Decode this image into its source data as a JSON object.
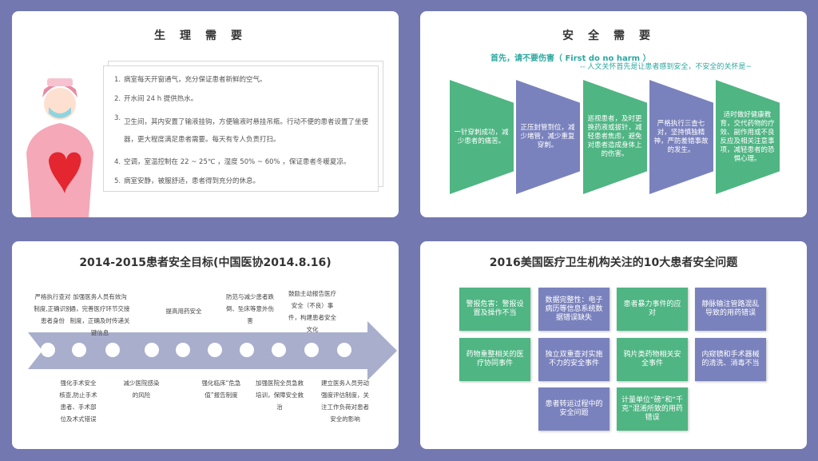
{
  "slide1": {
    "title": "生理需要",
    "items": [
      {
        "n": "1.",
        "text": "病室每天开窗通气，充分保证患者新鲜的空气。"
      },
      {
        "n": "2.",
        "text": "开水间 24 h 提供热水。"
      },
      {
        "n": "3.",
        "text": "卫生间，其内安置了输液挂钩，方便输液时悬挂吊瓶。行动不便的患者设置了坐便器，更大程度满足患者需要。每天有专人负责打扫。"
      },
      {
        "n": "4.",
        "text": "空调，室温控制在 22 ~ 25℃ ，湿度 50% ~ 60% ，保证患者冬暖夏凉。"
      },
      {
        "n": "5.",
        "text": "病室安静，被服舒适，患者得到充分的休息。"
      }
    ]
  },
  "slide2": {
    "title": "安全需要",
    "subtitle": "首先，请不要伤害（ First do no harm ）",
    "subtitle2": "-- 人文关怀首先是让患者感到安全，不安全的关怀是~",
    "shapes": [
      "一针穿刺成功，减少患者的痛苦。",
      "正压封管到位，减少堵管，减少重复穿刺。",
      "巡视患者，及时更换药液或拔针，减轻患者焦虑，避免对患者造成身体上的伤害。",
      "严格执行三查七对，坚持慎独精神，严防差错事故的发生。",
      "适时做好健康教育，交代药物的疗效、副作用或不良反应及相关注意事项，减轻患者的恐惧心理。"
    ]
  },
  "slide3": {
    "title": "2014-2015患者安全目标(中国医协2014.8.16)",
    "top": [
      "严格执行查对制度,正确识别患者身份",
      "加强医务人员有效沟通，完善医疗环节交接制度，正确及时传递关键信息",
      "提高用药安全",
      "防范与减少患者跌倒、坠床等意外伤害",
      "鼓励主动报告医疗安全（不良）事件，构建患者安全文化"
    ],
    "bottom": [
      "强化手术安全核查,防止手术患者、手术部位及术式错误",
      "减少医院感染的风险",
      "强化临床“危急值”报告制度",
      "加强医院全员急救培训，保障安全救治",
      "建立医务人员劳动强度评估制度，关注工作负荷对患者安全的影响"
    ]
  },
  "slide4": {
    "title": "2016美国医疗卫生机构关注的10大患者安全问题",
    "boxes": [
      "警报危害：警报设置及操作不当",
      "数据完整性：电子病历等信息系统数据错误缺失",
      "患者暴力事件的应对",
      "静脉输注管路混乱导致的用药错误",
      "药物重整相关的医疗协同事件",
      "独立双重查对实施不力的安全事件",
      "鸦片类药物相关安全事件",
      "内窥镜和手术器械的清洗、消毒不当",
      "患者转运过程中的安全问题",
      "计量单位“磅”和“千克”混淆所致的用药错误"
    ]
  },
  "colors": {
    "green": "#4fb583",
    "purple": "#7a82bd",
    "background": "#7378b1"
  }
}
